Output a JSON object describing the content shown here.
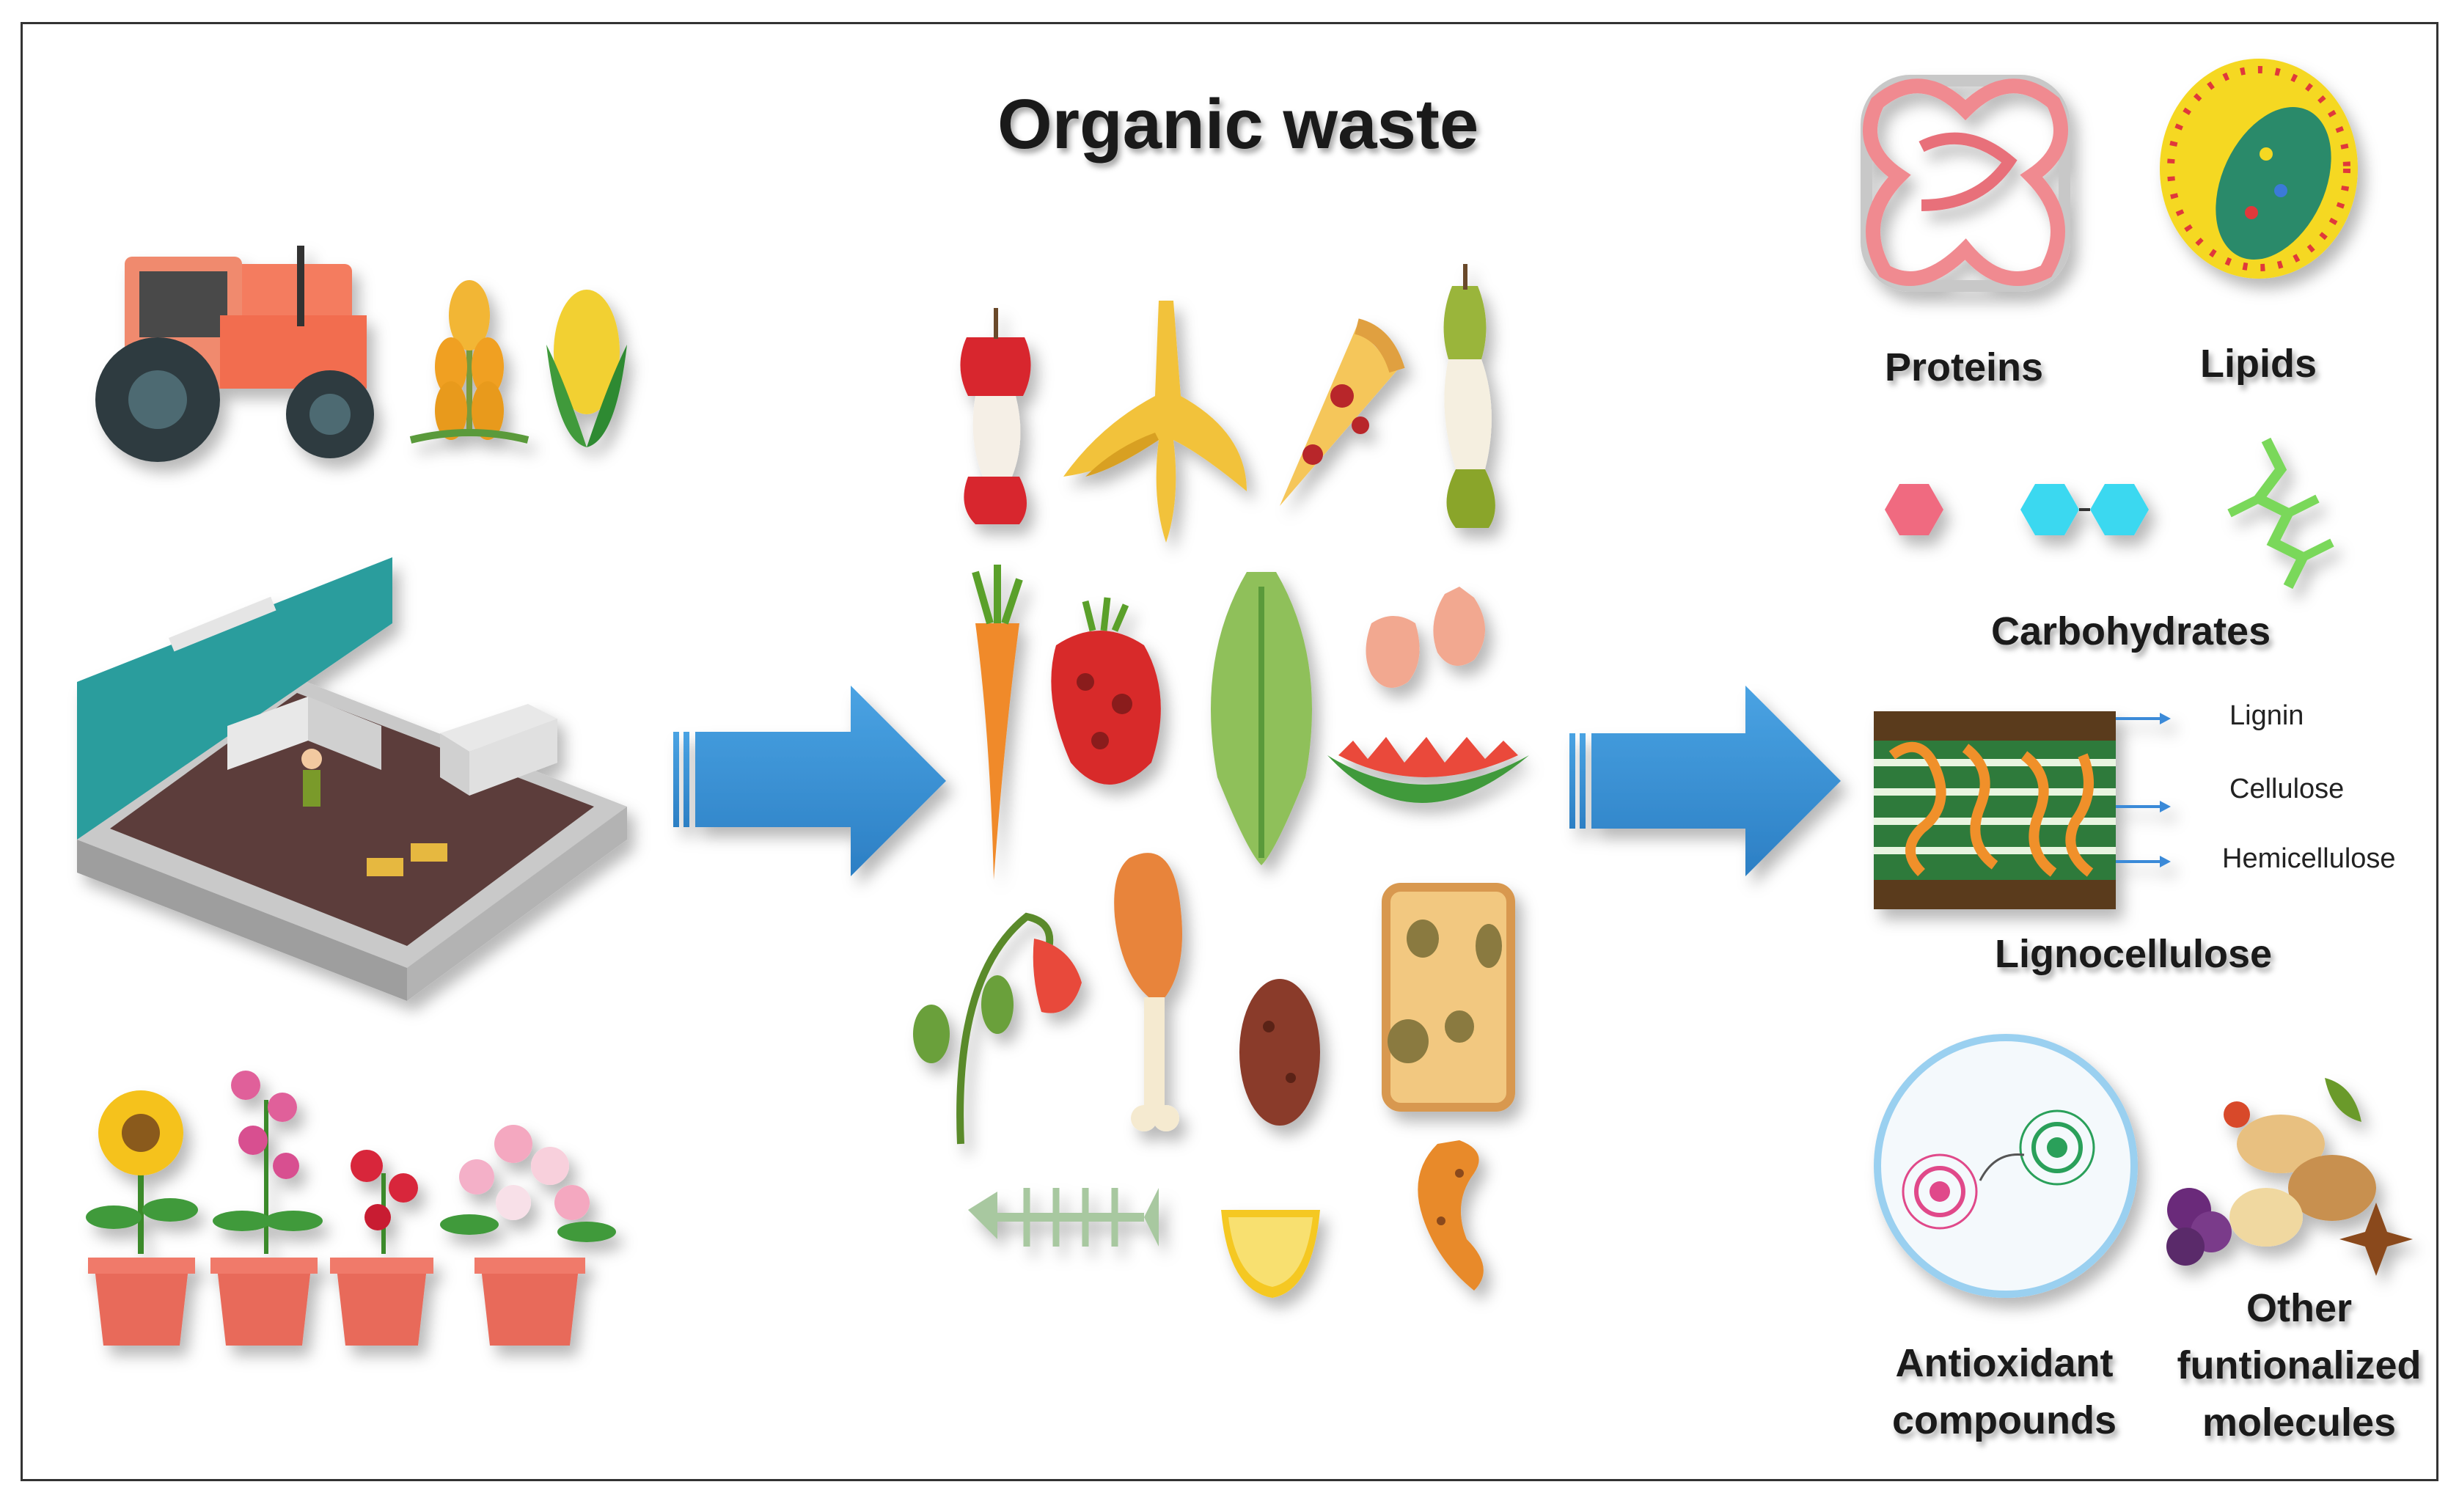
{
  "title": "Organic waste",
  "sources": {
    "items": [
      "tractor",
      "wheat",
      "corn",
      "factory",
      "flower-pots"
    ]
  },
  "waste_items": [
    "apple-core",
    "banana-peel",
    "pizza-slice",
    "pear-core",
    "carrot",
    "strawberry",
    "lettuce",
    "eggshells",
    "watermelon-rind",
    "wilted-flower",
    "chicken-leg",
    "potato",
    "bread-slice",
    "fish-bone",
    "lemon-slice",
    "orange-peel"
  ],
  "products": {
    "proteins": "Proteins",
    "lipids": "Lipids",
    "carbohydrates": "Carbohydrates",
    "lignocellulose": "Lignocellulose",
    "lignin": "Lignin",
    "cellulose": "Cellulose",
    "hemicellulose": "Hemicellulose",
    "antioxidant": [
      "Antioxidant",
      "compounds"
    ],
    "other": [
      "Other",
      "funtionalized",
      "molecules"
    ]
  },
  "colors": {
    "arrow": "#3a8fd1",
    "lignin_bar": "#5a3a1a",
    "cellulose_green": "#2f8a3a",
    "hemicellulose_orange": "#e8892a",
    "frame": "#333333"
  }
}
